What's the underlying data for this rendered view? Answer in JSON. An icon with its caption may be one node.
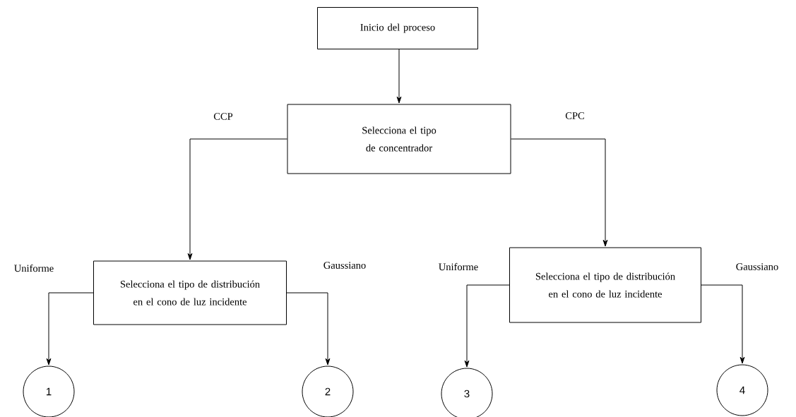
{
  "diagram": {
    "nodes": [
      {
        "text": [
          "Inicio del proceso"
        ]
      },
      {
        "text": [
          "Selecciona el tipo de concentrador"
        ]
      },
      {
        "text": [
          "Selecciona el tipo de distribución en el cono de luz incidente"
        ]
      },
      {
        "text": [
          "Selecciona el tipo de distribución en el cono de luz incidente"
        ]
      },
      {
        "text": [
          "1"
        ]
      },
      {
        "text": [
          "2"
        ]
      },
      {
        "text": [
          "3"
        ]
      },
      {
        "text": [
          "4"
        ]
      }
    ],
    "edges": [
      {
        "from": 0,
        "to": 1,
        "arrow": "to"
      },
      {
        "from": 1,
        "to": 2,
        "arrow": "to",
        "label": "CCP"
      },
      {
        "from": 1,
        "to": 3,
        "arrow": "to",
        "label": "CPC"
      },
      {
        "from": 2,
        "to": 4,
        "arrow": "to",
        "label": "Uniforme"
      },
      {
        "from": 2,
        "to": 5,
        "arrow": "to",
        "label": "Gaussiano"
      },
      {
        "from": 3,
        "to": 6,
        "arrow": "to",
        "label": "Uniforme"
      },
      {
        "from": 3,
        "to": 7,
        "arrow": "to",
        "label": "Gaussiano"
      }
    ]
  }
}
